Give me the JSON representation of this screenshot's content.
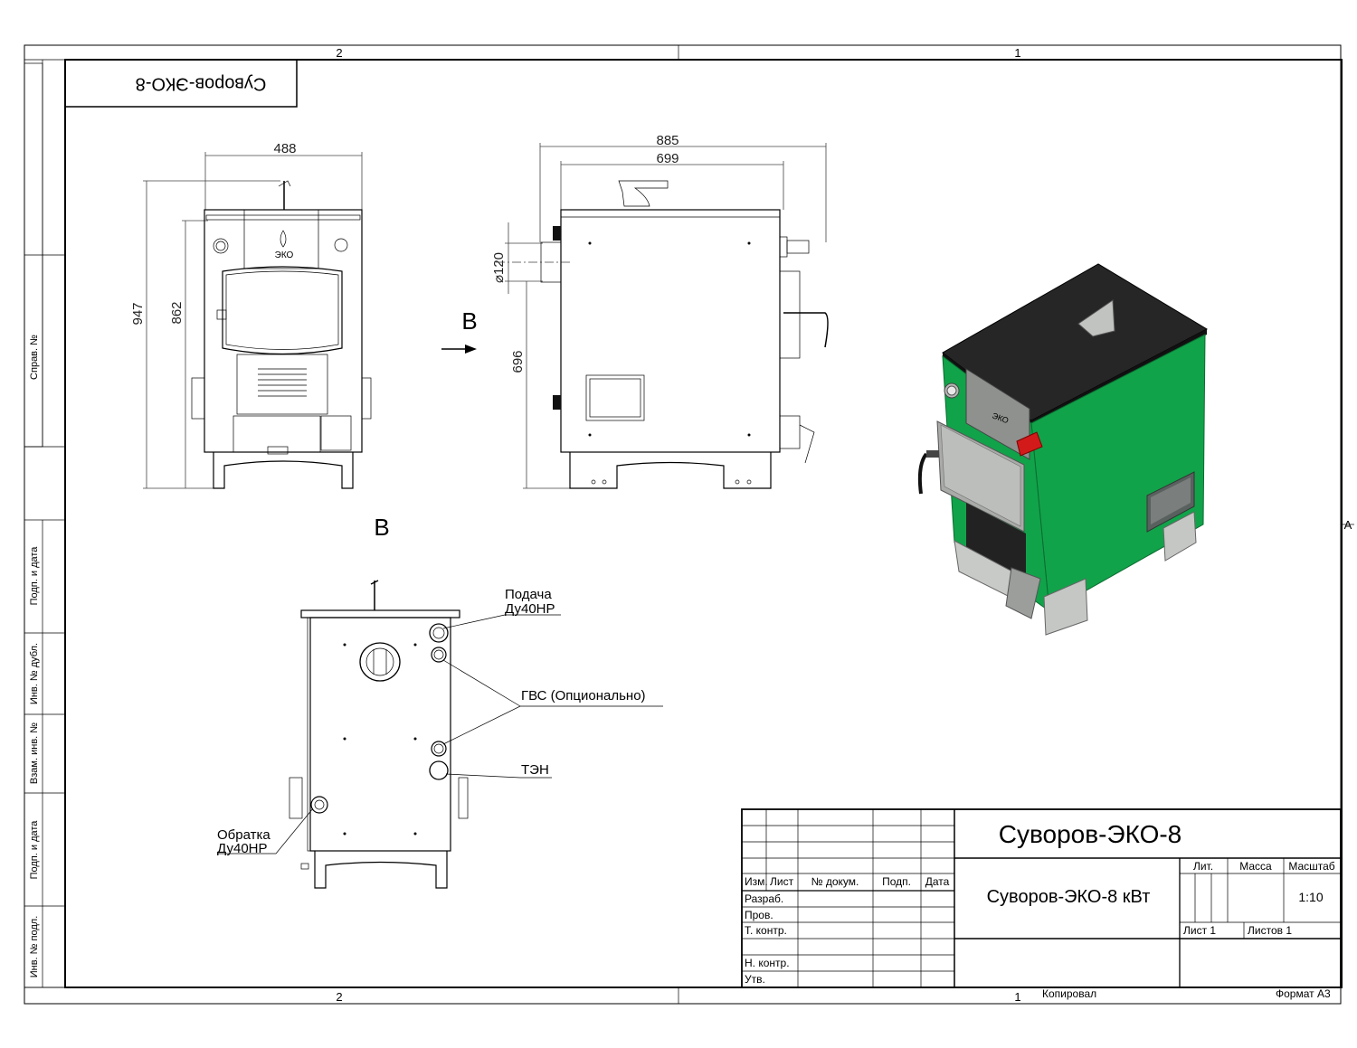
{
  "zones": {
    "top_left": "2",
    "top_right": "1",
    "bottom_left": "2",
    "bottom_right": "1",
    "right_side": "A"
  },
  "rotated_title": "Суворов-ЭКО-8",
  "side_labels": [
    "Справ. №",
    "Подп. и дата",
    "Инв. № дубл.",
    "Взам. инв. №",
    "Подп. и дата",
    "Инв. № подл."
  ],
  "dims": {
    "front_width": "488",
    "front_height_total": "947",
    "front_height_body": "862",
    "side_depth_total": "885",
    "side_depth_body": "699",
    "pipe_diameter": "⌀120",
    "pipe_height": "696"
  },
  "view_labels": {
    "arrow_label": "B",
    "rear_view_label": "B"
  },
  "rear_callouts": {
    "supply_line1": "Подача",
    "supply_line2": "Ду40НР",
    "hot_water": "ГВС (Опционально)",
    "heater": "ТЭН",
    "return_line1": "Обратка",
    "return_line2": "Ду40НР"
  },
  "title_block": {
    "designation": "Суворов-ЭКО-8",
    "name": "Суворов-ЭКО-8 кВт",
    "col_headers": [
      "Изм.",
      "Лист",
      "№ докум.",
      "Подп.",
      "Дата"
    ],
    "rows": [
      "Разраб.",
      "Пров.",
      "Т. контр.",
      "Н. контр.",
      "Утв."
    ],
    "lit": "Лит.",
    "mass": "Масса",
    "scale_label": "Масштаб",
    "scale_value": "1:10",
    "sheet": "Лист 1",
    "sheets": "Листов 1",
    "copied": "Копировал",
    "format": "Формат А3"
  },
  "colors": {
    "boiler_green": "#11a34a",
    "boiler_top": "#262626",
    "steel": "#a9aba8",
    "handle_red": "#d21a1a"
  }
}
